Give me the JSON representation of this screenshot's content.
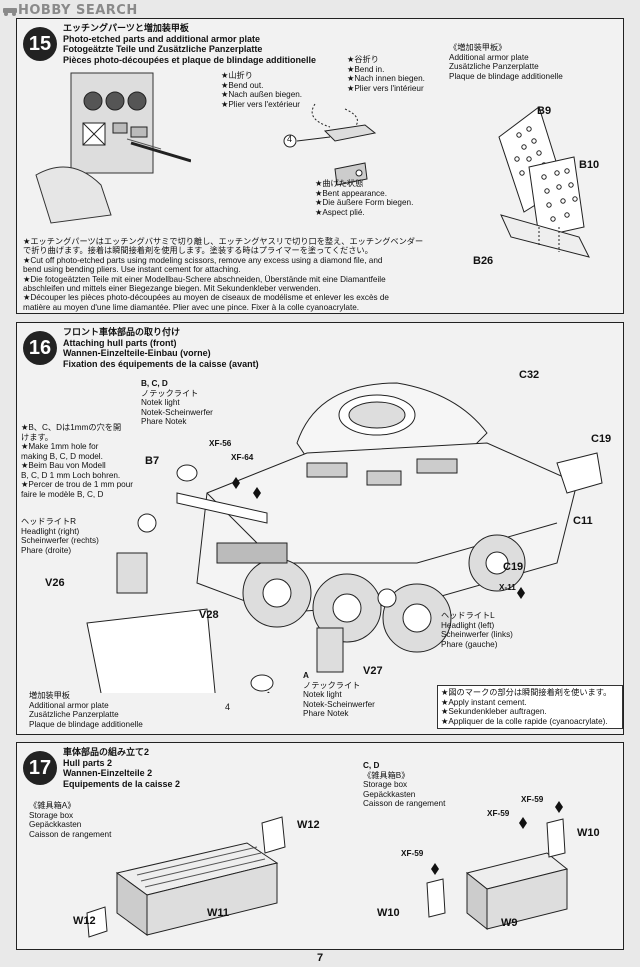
{
  "header": {
    "logo_text": "HOBBY SEARCH"
  },
  "steps": [
    {
      "number": "15",
      "title_lines": [
        "エッチングパーツと増加装甲板",
        "Photo-etched parts and additional armor plate",
        "Fotogeätzte Teile und Zusätzliche Panzerplatte",
        "Pièces photo-découpées et plaque de blindage additionelle"
      ],
      "bend_out": [
        "★山折り",
        "★Bend out.",
        "★Nach außen biegen.",
        "★Plier vers l'extérieur"
      ],
      "bend_in": [
        "★谷折り",
        "★Bend in.",
        "★Nach innen biegen.",
        "★Plier vers l'intérieur"
      ],
      "bent": [
        "★曲げた状態",
        "★Bent appearance.",
        "★Die äußere Form biegen.",
        "★Aspect plié."
      ],
      "armor": [
        "《増加装甲板》",
        "Additional armor plate",
        "Zusätzliche Panzerplatte",
        "Plaque de blindage additionelle"
      ],
      "part_labels": [
        "B9",
        "B10",
        "B26"
      ],
      "marker": "4",
      "notes": [
        "★エッチングパーツはエッチングバサミで切り離し、エッチングヤスリで切り口を整え、エッチングベンダー",
        "で折り曲げます。接着は瞬間接着剤を使用します。塗装する時はプライマーを塗ってください。",
        "★Cut off photo-etched parts using modeling scissors, remove any excess using a diamond file, and",
        "bend using bending pliers. Use instant cement for attaching.",
        "★Die fotogeätzten Teile mit einer Modellbau-Schere abschneiden, Überstände mit eine Diamantfeile",
        "abschleifen und mittels einer Biegezange biegen. Mit Sekundenkleber verwenden.",
        "★Découper les pièces photo-découpées au moyen de ciseaux de modélisme et enlever les excès de",
        "matière au moyen d'une lime diamantée. Plier avec une pince. Fixer à la colle cyanoacrylate."
      ]
    },
    {
      "number": "16",
      "title_lines": [
        "フロント車体部品の取り付け",
        "Attaching hull parts (front)",
        "Wannen-Einzelteile-Einbau (vorne)",
        "Fixation des équipements de la caisse (avant)"
      ],
      "notek_top": [
        "B, C, D",
        "ノテックライト",
        "Notek light",
        "Notek-Scheinwerfer",
        "Phare Notek"
      ],
      "hole_note": [
        "★B、C、Dは1mmの穴を開",
        "けます。",
        "★Make  1mm  hole  for",
        "making  B, C, D  model.",
        "★Beim Bau von Modell",
        "B, C, D 1 mm Loch bohren.",
        "★Percer de trou de 1 mm pour",
        "faire le modèle B, C, D"
      ],
      "headlight_r": [
        "ヘッドライトR",
        "Headlight (right)",
        "Scheinwerfer (rechts)",
        "Phare (droite)"
      ],
      "headlight_l": [
        "ヘッドライトL",
        "Headlight (left)",
        "Scheinwerfer (links)",
        "Phare (gauche)"
      ],
      "armor": [
        "増加装甲板",
        "Additional armor plate",
        "Zusätzliche Panzerplatte",
        "Plaque de blindage additionelle"
      ],
      "notek_bottom": [
        "A",
        "ノテックライト",
        "Notek light",
        "Notek-Scheinwerfer",
        "Phare Notek"
      ],
      "part_labels": [
        "C32",
        "C19",
        "B7",
        "XF-56",
        "XF-64",
        "C11",
        "C19",
        "X-11",
        "V26",
        "V28",
        "V27"
      ],
      "marker": "4",
      "cement_note": [
        "★図のマークの部分は瞬間接着剤を使います。",
        "★Apply instant cement.",
        "★Sekundenkleber auftragen.",
        "★Appliquer de la colle rapide (cyanoacrylate)."
      ]
    },
    {
      "number": "17",
      "title_lines": [
        "車体部品の組み立て2",
        "Hull parts 2",
        "Wannen-Einzelteile 2",
        "Equipements de la caisse 2"
      ],
      "box_a": [
        "《雑具箱A》",
        "Storage box",
        "Gepäckkasten",
        "Caisson de rangement"
      ],
      "box_b_head": "C, D",
      "box_b": [
        "《雑具箱B》",
        "Storage box",
        "Gepäckkasten",
        "Caisson de rangement"
      ],
      "part_labels": [
        "W12",
        "W11",
        "W12",
        "XF-59",
        "XF-59",
        "W10",
        "XF-59",
        "W10",
        "W9"
      ]
    }
  ],
  "page_number": "7"
}
